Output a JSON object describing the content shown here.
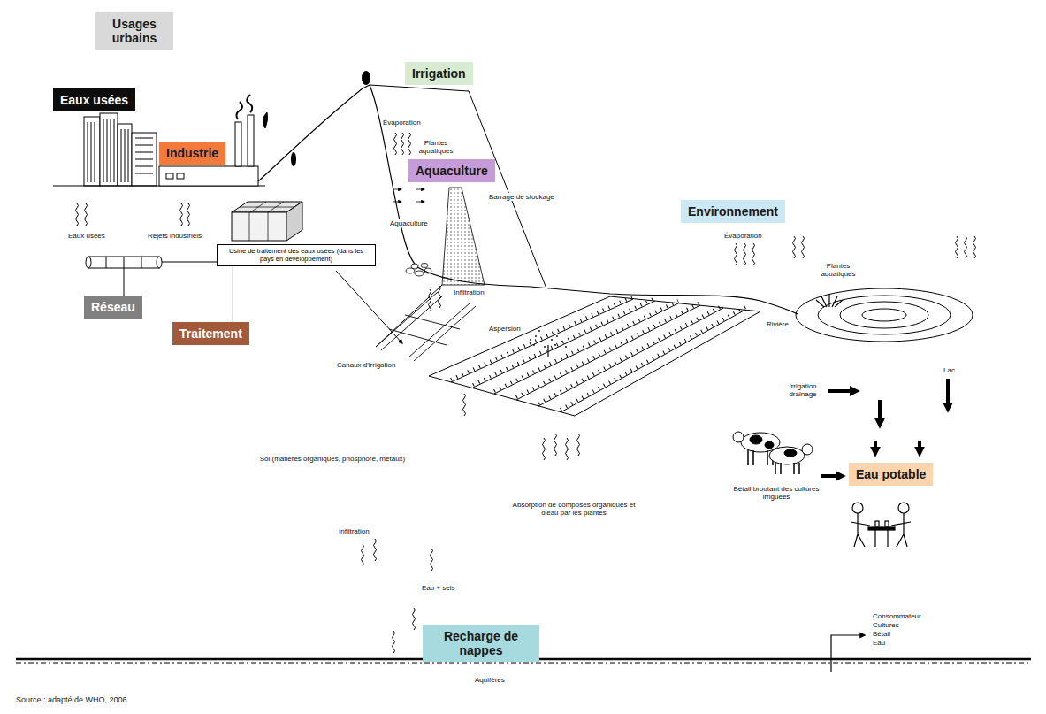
{
  "diagram": {
    "caption": "Source : adapté de WHO, 2006",
    "nodes": [
      {
        "text": [
          "Usages urbains"
        ]
      },
      {
        "text": [
          "Eaux usées"
        ]
      },
      {
        "text": [
          "Industrie"
        ]
      },
      {
        "text": [
          "Irrigation"
        ]
      },
      {
        "text": [
          "Aquaculture"
        ]
      },
      {
        "text": [
          "Usine de traitement des eaux usées (dans les pays en développement)"
        ]
      },
      {
        "text": [
          "Réseau"
        ]
      },
      {
        "text": [
          "Traitement"
        ]
      },
      {
        "text": [
          "Environnement"
        ]
      },
      {
        "text": [
          "Eau potable"
        ]
      },
      {
        "text": [
          "Recharge de nappes"
        ]
      }
    ],
    "edges": [
      {
        "from": 7,
        "to": 5,
        "arrow": "none"
      }
    ],
    "labels": [
      "Évaporation",
      "Plantes aquatiques",
      "Barrage de stockage",
      "Eaux usées",
      "Rejets industriels",
      "Aquaculture",
      "Infiltration",
      "Évaporation",
      "Plantes aquatiques",
      "Rivière",
      "Canaux d'irrigation",
      "Aspersion",
      "Lac",
      "Irrigation drainage",
      "Sol (matières organiques, phosphore, métaux)",
      "Absorption de composés organiques et d'eau par les plantes",
      "Bétail broutant des cultures irriguées",
      "Infiltration",
      "Eau + sels",
      "Aquifères",
      "Consommateur",
      "Cultures",
      "Bétail",
      "Eau"
    ]
  }
}
